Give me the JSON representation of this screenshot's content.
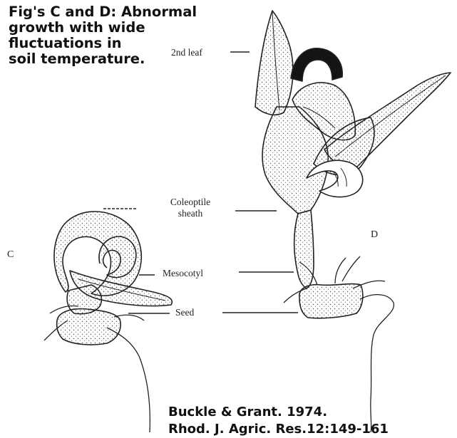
{
  "title_lines": [
    "Fig's C and D: Abnormal",
    "growth with wide",
    "fluctuations in",
    "soil temperature."
  ],
  "labels": {
    "second_leaf": "2nd leaf",
    "coleoptile_line1": "Coleoptile",
    "coleoptile_line2": "sheath",
    "mesocotyl": "Mesocotyl",
    "seed": "Seed"
  },
  "panels": {
    "c": "C",
    "d": "D"
  },
  "citation": {
    "line1": "Buckle & Grant. 1974.",
    "line2": "Rhod. J. Agric. Res.12:149-161"
  }
}
